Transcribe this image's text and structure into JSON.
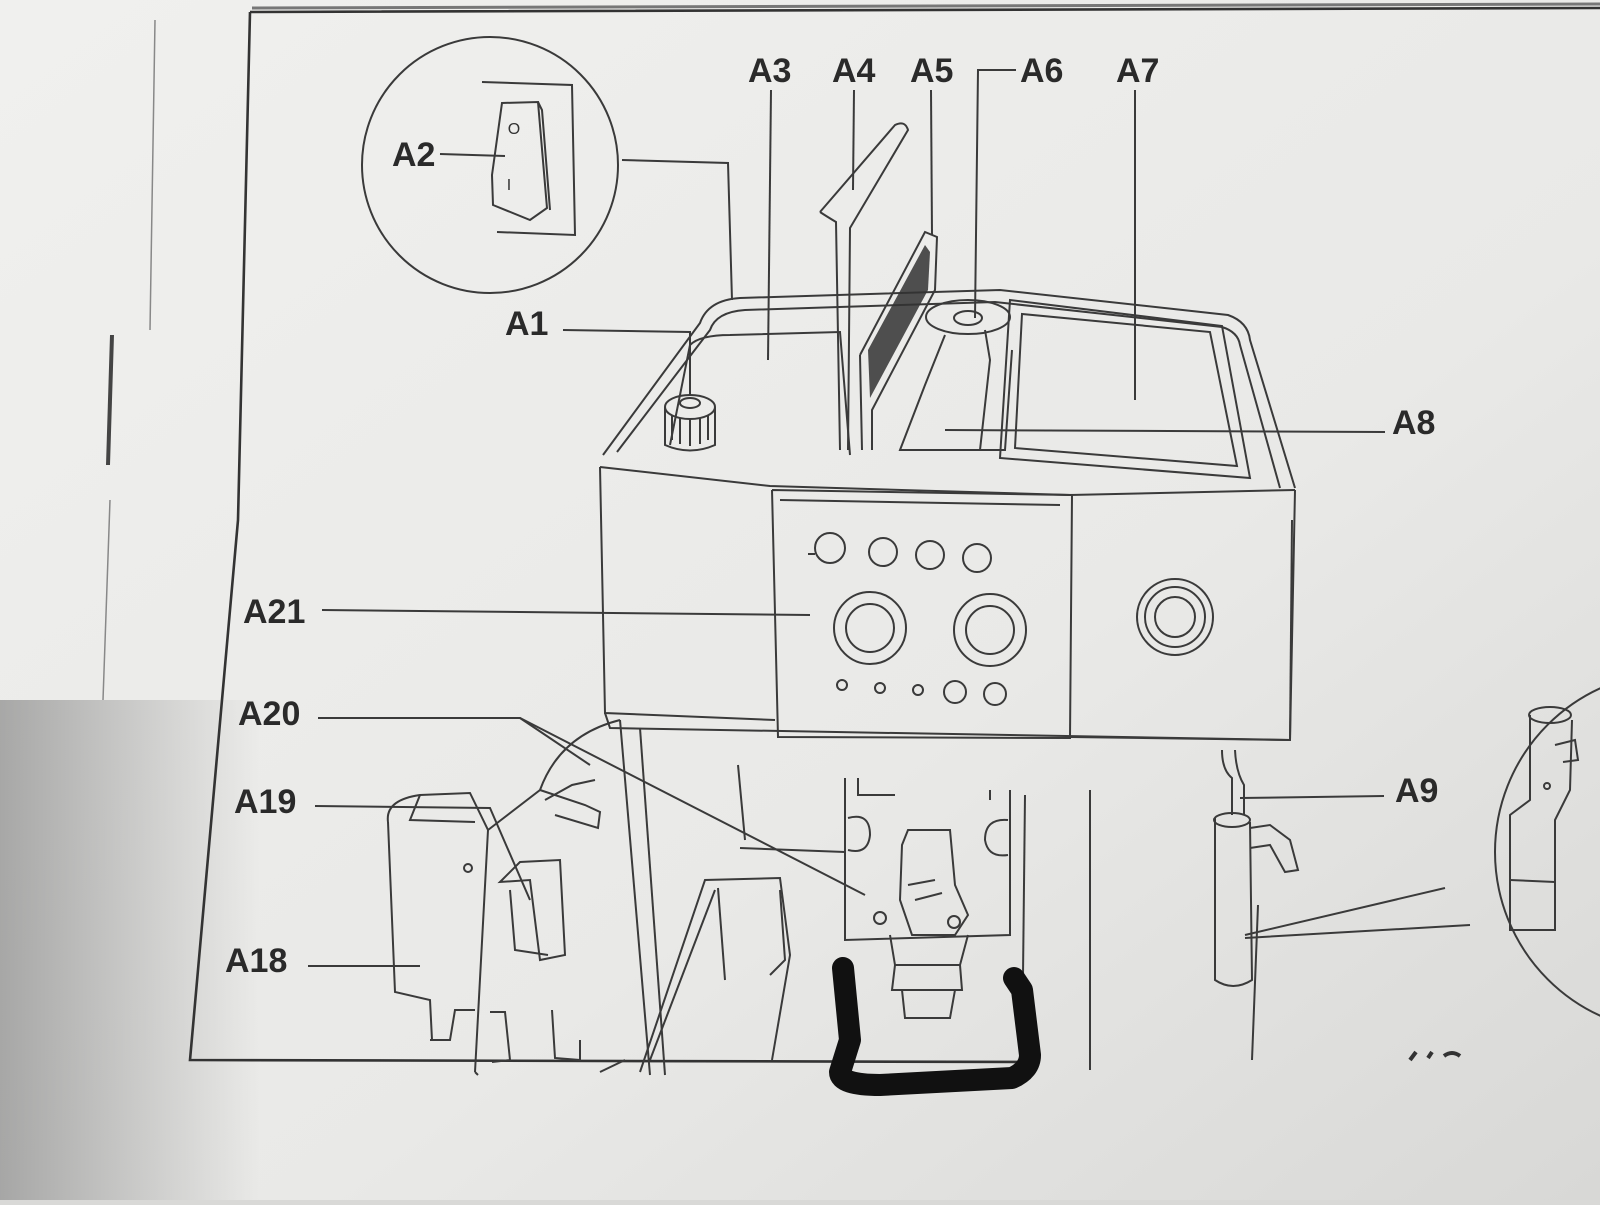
{
  "diagram": {
    "labels": {
      "a1": "A1",
      "a2": "A2",
      "a3": "A3",
      "a4": "A4",
      "a5": "A5",
      "a6": "A6",
      "a7": "A7",
      "a8": "A8",
      "a9": "A9",
      "a18": "A18",
      "a19": "A19",
      "a20": "A20",
      "a21": "A21"
    },
    "switch_symbols": {
      "off": "O",
      "on": "I"
    },
    "colors": {
      "paper": "#ececea",
      "background": "#d9d9d7",
      "ink": "#3a3a3a",
      "marker": "#111111"
    }
  }
}
